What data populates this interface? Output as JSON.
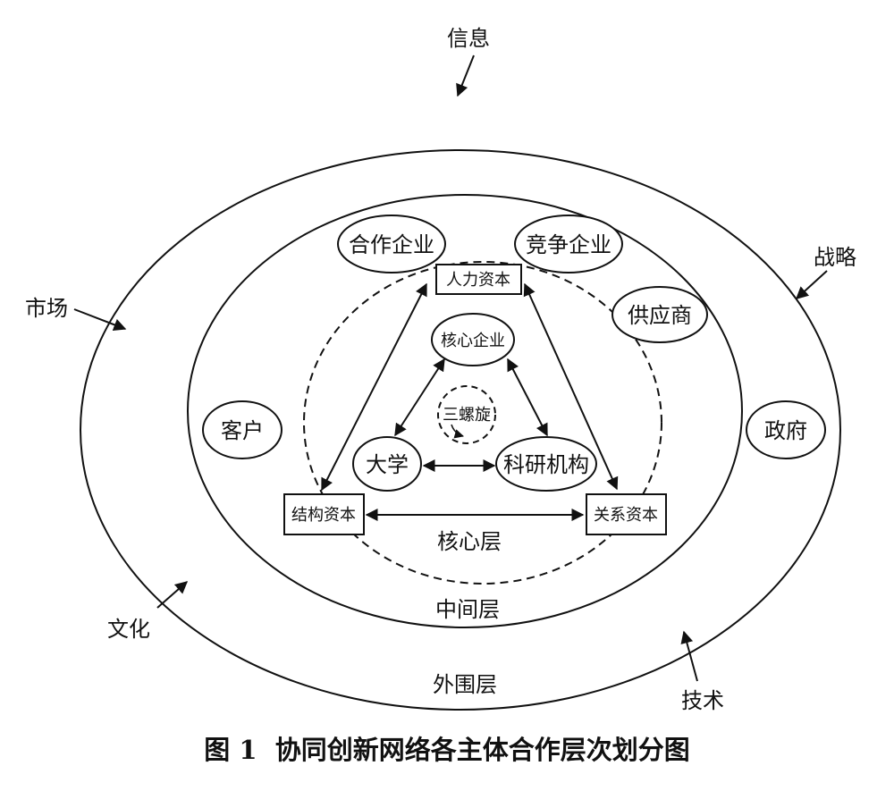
{
  "outer_factors": {
    "xinxi": "信息",
    "zhanlue": "战略",
    "shichang": "市场",
    "wenhua": "文化",
    "jishu": "技术"
  },
  "layers": {
    "core": "核心层",
    "middle": "中间层",
    "outer": "外围层"
  },
  "middle_actors": {
    "hezuo": "合作企业",
    "jingzheng": "竞争企业",
    "gongying": "供应商",
    "kehu": "客户",
    "zhengfu": "政府"
  },
  "core_actors": {
    "hexin": "核心企业",
    "daxue": "大学",
    "keyan": "科研机构",
    "sanluoxuan": "三螺旋"
  },
  "capitals": {
    "renli": "人力资本",
    "jiegou": "结构资本",
    "guanxi": "关系资本"
  },
  "caption": "图 1  协同创新网络各主体合作层次划分图"
}
